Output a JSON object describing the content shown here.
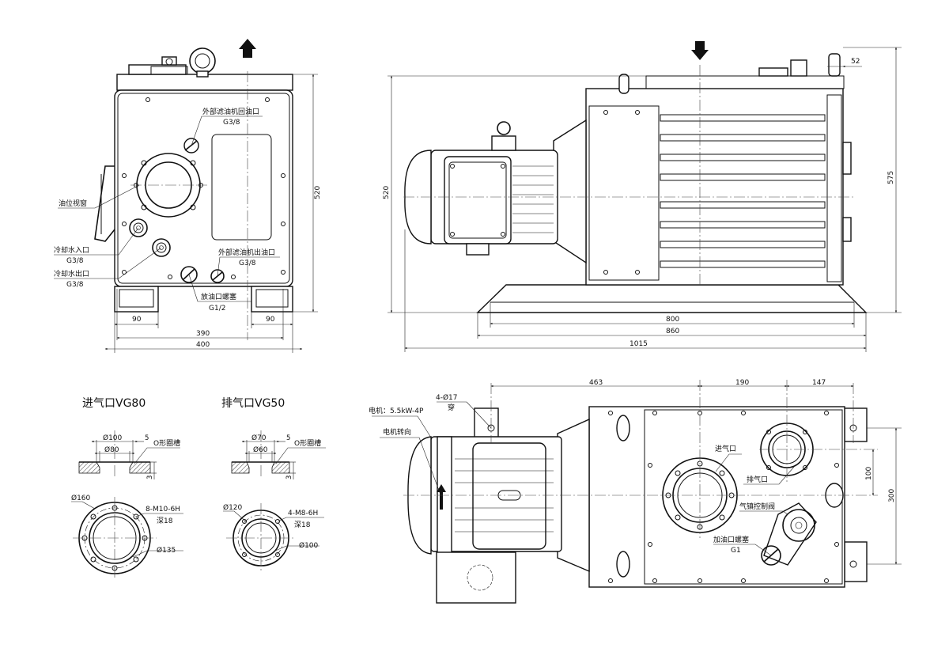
{
  "labels": {
    "ext_filter_return": "外部滤油机回油口",
    "ext_filter_return_size": "G3/8",
    "oil_sight": "油位视窗",
    "cool_in": "冷却水入口",
    "cool_in_size": "G3/8",
    "cool_out": "冷却水出口",
    "cool_out_size": "G3/8",
    "ext_filter_out": "外部滤油机出油口",
    "ext_filter_out_size": "G3/8",
    "drain_plug": "放油口螺塞",
    "drain_plug_size": "G1/2",
    "motor": "电机：5.5kW-4P",
    "motor_rotation": "电机转向",
    "holes": "4-Ø17",
    "holes_through": "穿",
    "inlet_label": "进气口",
    "exhaust_label": "排气口",
    "gas_ballast": "气镇控制阀",
    "fill_plug": "加油口螺塞",
    "fill_plug_size": "G1"
  },
  "dims": {
    "d90a": "90",
    "d90b": "90",
    "d390": "390",
    "d400": "400",
    "d520a": "520",
    "d52": "52",
    "d575": "575",
    "d520b": "520",
    "d800": "800",
    "d860": "860",
    "d1015": "1015",
    "d463": "463",
    "d190": "190",
    "d147": "147",
    "d100": "100",
    "d300": "300"
  },
  "inlet_flange": {
    "title": "进气口VG80",
    "d_outer": "Ø100",
    "d_inner": "Ø80",
    "groove_w": "5",
    "groove_label": "O形圈槽",
    "groove_depth": "3",
    "d_flange": "Ø160",
    "bolt_spec": "8-M10-6H",
    "bolt_depth": "深18",
    "d_bolt_circle": "Ø135"
  },
  "exhaust_flange": {
    "title": "排气口VG50",
    "d_outer": "Ø70",
    "d_inner": "Ø60",
    "groove_w": "5",
    "groove_label": "O形圈槽",
    "groove_depth": "3",
    "d_flange": "Ø120",
    "bolt_spec": "4-M8-6H",
    "bolt_depth": "深18",
    "d_bolt_circle": "Ø100"
  }
}
